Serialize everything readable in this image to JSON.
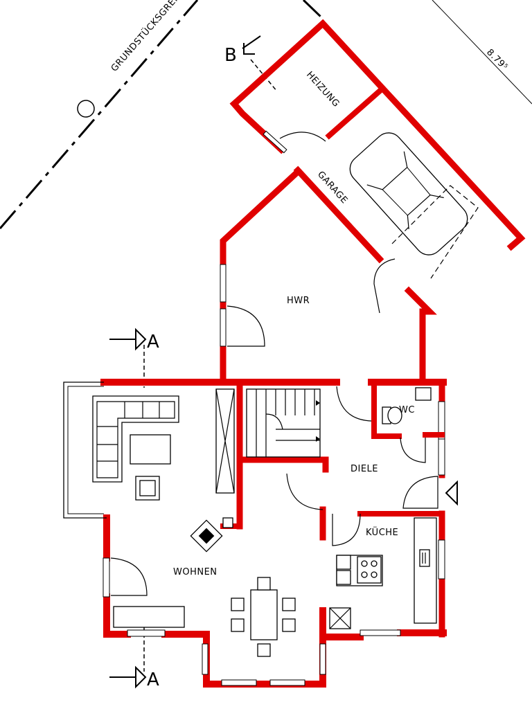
{
  "plan": {
    "rooms": {
      "heizung": "HEIZUNG",
      "garage": "GARAGE",
      "hwr": "HWR",
      "wc": "WC",
      "diele": "DIELE",
      "kuche": "KÜCHE",
      "wohnen": "WOHNEN"
    },
    "boundary_label": "GRUNDSTÜCKSGRENZE",
    "dimension": "8.79⁵",
    "section_b": "B",
    "section_a_top": "A",
    "section_a_bottom": "A"
  },
  "colors": {
    "wall": "#e00000",
    "line": "#000000",
    "background": "#ffffff"
  }
}
